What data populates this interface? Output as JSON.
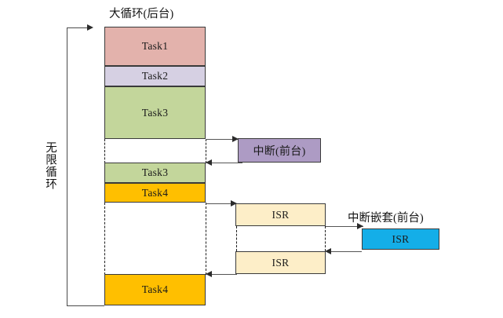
{
  "diagram": {
    "title_main": "大循环(后台)",
    "title_nested": "中断嵌套(前台)",
    "loop_label": "无限循环",
    "colors": {
      "task1": "#e3b2ac",
      "task2": "#d6d0e3",
      "task3": "#c3d69b",
      "task4": "#ffbf00",
      "interrupt": "#ad9bc4",
      "isr": "#fdeec8",
      "isr_nested": "#14aee8",
      "border": "#3a3a3a",
      "line": "#4a4a4a"
    },
    "background_blocks": [
      {
        "name": "task1",
        "label": "Task1"
      },
      {
        "name": "task2",
        "label": "Task2"
      },
      {
        "name": "task3-first",
        "label": "Task3"
      },
      {
        "name": "task3-second",
        "label": "Task3"
      },
      {
        "name": "task4-first",
        "label": "Task4"
      },
      {
        "name": "task4-second",
        "label": "Task4"
      }
    ],
    "foreground_blocks": [
      {
        "name": "interrupt",
        "label": "中断(前台)"
      },
      {
        "name": "isr-first",
        "label": "ISR"
      },
      {
        "name": "isr-second",
        "label": "ISR"
      },
      {
        "name": "isr-nested",
        "label": "ISR"
      }
    ],
    "labels": {
      "task1": "Task1",
      "task2": "Task2",
      "task3a": "Task3",
      "task3b": "Task3",
      "task4a": "Task4",
      "task4b": "Task4",
      "interrupt": "中断(前台)",
      "isr1": "ISR",
      "isr2": "ISR",
      "isr_nested": "ISR"
    }
  }
}
